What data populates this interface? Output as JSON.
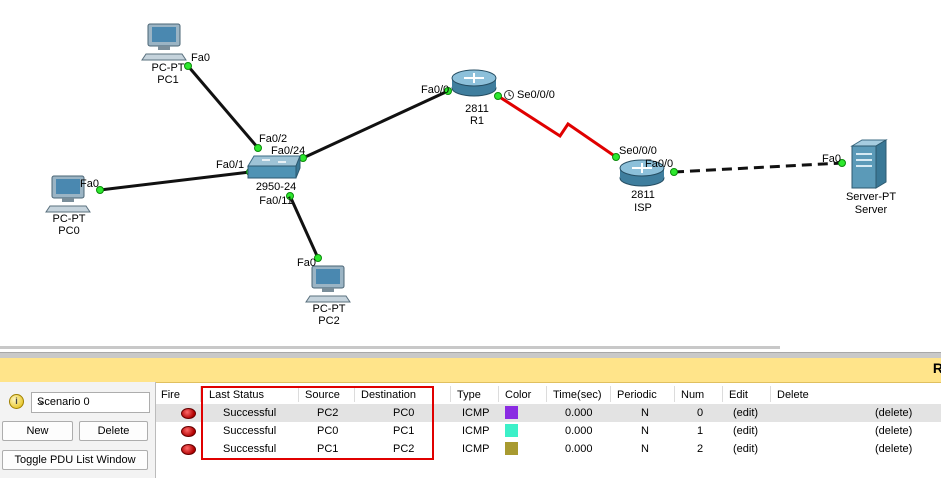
{
  "topology": {
    "pc1": {
      "port": "Fa0",
      "model": "PC-PT",
      "name": "PC1"
    },
    "pc0": {
      "port": "Fa0",
      "model": "PC-PT",
      "name": "PC0"
    },
    "pc2": {
      "port": "Fa0",
      "model": "PC-PT",
      "name": "PC2"
    },
    "switch": {
      "model": "2950-24",
      "ports": [
        "Fa0/2",
        "Fa0/24",
        "Fa0/1",
        "Fa0/11"
      ]
    },
    "r1": {
      "port_lan": "Fa0/0",
      "port_wan": "Se0/0/0",
      "model": "2811",
      "name": "R1"
    },
    "isp": {
      "port_wan": "Se0/0/0",
      "port_lan": "Fa0/0",
      "model": "2811",
      "name": "ISP"
    },
    "server": {
      "port": "Fa0",
      "model": "Server-PT",
      "name": "Server"
    }
  },
  "bottom_banner_text": "R",
  "scenario": {
    "selected": "Scenario 0"
  },
  "buttons": {
    "new": "New",
    "delete": "Delete",
    "toggle": "Toggle PDU List Window"
  },
  "pdu_list": {
    "headers": {
      "fire": "Fire",
      "last_status": "Last Status",
      "source": "Source",
      "destination": "Destination",
      "type": "Type",
      "color": "Color",
      "time": "Time(sec)",
      "periodic": "Periodic",
      "num": "Num",
      "edit": "Edit",
      "delete": "Delete"
    },
    "rows": [
      {
        "status": "Successful",
        "source": "PC2",
        "destination": "PC0",
        "type": "ICMP",
        "color": "#8a2be2",
        "time": "0.000",
        "periodic": "N",
        "num": "0",
        "edit": "(edit)",
        "delete": "(delete)"
      },
      {
        "status": "Successful",
        "source": "PC0",
        "destination": "PC1",
        "type": "ICMP",
        "color": "#3cf0c8",
        "time": "0.000",
        "periodic": "N",
        "num": "1",
        "edit": "(edit)",
        "delete": "(delete)"
      },
      {
        "status": "Successful",
        "source": "PC1",
        "destination": "PC2",
        "type": "ICMP",
        "color": "#a89a30",
        "time": "0.000",
        "periodic": "N",
        "num": "2",
        "edit": "(edit)",
        "delete": "(delete)"
      }
    ]
  }
}
